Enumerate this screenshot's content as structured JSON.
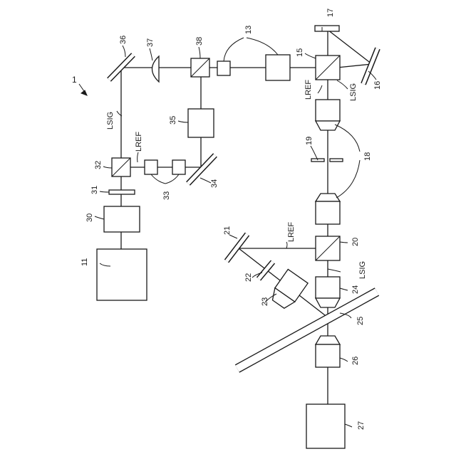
{
  "figure_label": "1",
  "reference_numerals": {
    "n11": "11",
    "n13": "13",
    "n15": "15",
    "n16": "16",
    "n17": "17",
    "n18": "18",
    "n19": "19",
    "n20": "20",
    "n21": "21",
    "n22": "22",
    "n23": "23",
    "n24": "24",
    "n25": "25",
    "n26": "26",
    "n27": "27",
    "n30": "30",
    "n31": "31",
    "n32": "32",
    "n33": "33",
    "n34": "34",
    "n35": "35",
    "n36": "36",
    "n37": "37",
    "n38": "38"
  },
  "beam_labels": {
    "lsig_left": "LSIG",
    "lref_left": "LREF",
    "lref_right_top": "LREF",
    "lsig_right_top": "LSIG",
    "lref_right_mid": "LREF",
    "lsig_right_mid": "LSIG"
  }
}
